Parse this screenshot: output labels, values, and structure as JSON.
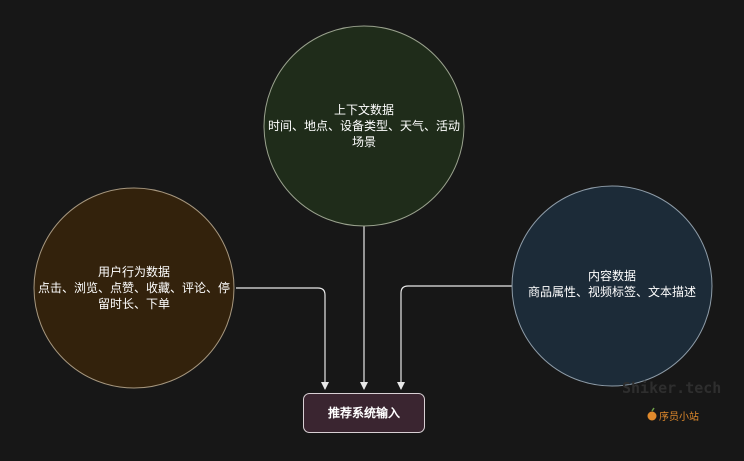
{
  "nodes": {
    "context": {
      "title": "上下文数据",
      "desc_line1": "时间、地点、设备类型、天气、活动",
      "desc_line2": "场景",
      "fill": "#1f2c1a",
      "stroke": "#9aa28e"
    },
    "behavior": {
      "title": "用户行为数据",
      "desc_line1": "点击、浏览、点赞、收藏、评论、停",
      "desc_line2": "留时长、下单",
      "fill": "#33220c",
      "stroke": "#a6977f"
    },
    "content": {
      "title": "内容数据",
      "desc_line1": "商品属性、视频标签、文本描述",
      "fill": "#1c2b38",
      "stroke": "#8e9ca8"
    },
    "output": {
      "label": "推荐系统输入",
      "fill": "#3a2530",
      "stroke": "#d8d0d4"
    }
  },
  "edge_color": "#e8e8e8",
  "watermark": "Shiker.tech",
  "brand": {
    "label": "序员小站",
    "color": "#e08a2c"
  }
}
